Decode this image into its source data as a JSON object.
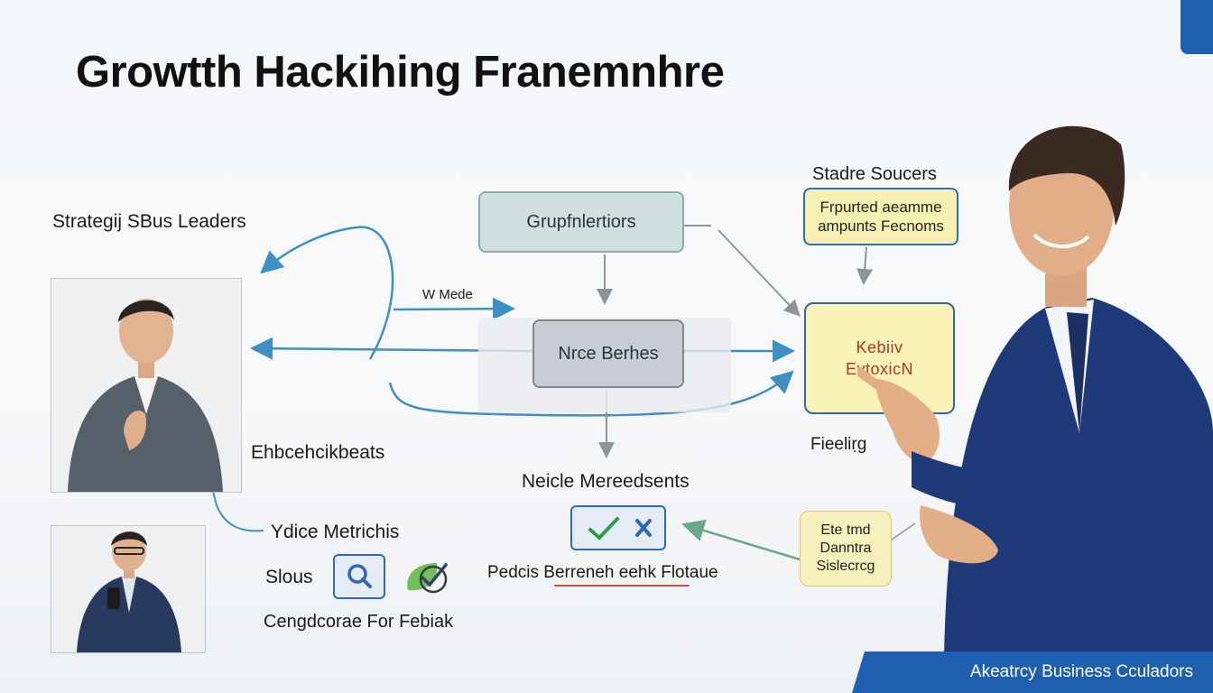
{
  "title": "Growtth Hackihing Franemnhre",
  "labels": {
    "strategy_leaders": "Strategij SBus Leaders",
    "w_mede": "W Mede",
    "embed": "Ehbcehcikbeats",
    "neicle": "Neicle Mereedsents",
    "ydice": "Ydice Metrichis",
    "slous": "Slous",
    "pedcis": "Pedcis Berreneh eehk Flotaue",
    "cengd": "Cengdcorae For Febiak",
    "stadre_soucers": "Stadre Soucers",
    "fieelirg": "Fieeliṛg"
  },
  "boxes": {
    "grup": "Grupfnlertiors",
    "nrce": "Nrce Berhes",
    "top_right": [
      "Frpurted aeamme",
      "ampunts Fecnoms"
    ],
    "key": [
      "Kebiiv",
      "EvtoxicN"
    ],
    "bottom_right": [
      "Ete tmd",
      "Danntra",
      "Sislecrcg"
    ]
  },
  "footer": "Akeatrcy Business Cculadors",
  "icons": [
    "check-icon",
    "cross-icon",
    "search-icon",
    "leaf-check-icon"
  ],
  "colors": {
    "accent_blue": "#1f5fb0",
    "arrow_blue": "#3d8fc4",
    "arrow_green": "#6aa88a",
    "key_text": "#b3332a",
    "yellow_box": "#f7f0b3"
  }
}
